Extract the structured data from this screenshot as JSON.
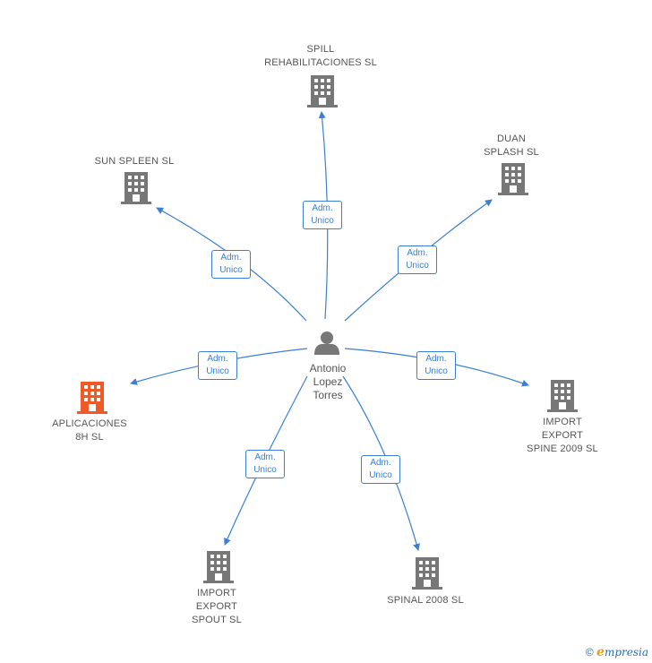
{
  "center": {
    "name_lines": [
      "Antonio",
      "Lopez",
      "Torres"
    ],
    "icon": "person-icon"
  },
  "edge_label": [
    "Adm.",
    "Unico"
  ],
  "nodes": [
    {
      "id": "spill",
      "lines": [
        "SPILL",
        "REHABILITACIONES SL"
      ],
      "icon": "building-icon",
      "color": "#777777"
    },
    {
      "id": "sun-spleen",
      "lines": [
        "SUN SPLEEN SL"
      ],
      "icon": "building-icon",
      "color": "#777777"
    },
    {
      "id": "duan",
      "lines": [
        "DUAN",
        "SPLASH SL"
      ],
      "icon": "building-icon",
      "color": "#777777"
    },
    {
      "id": "aplicaciones",
      "lines": [
        "APLICACIONES",
        "8H SL"
      ],
      "icon": "building-icon",
      "color": "#f05a28"
    },
    {
      "id": "import-spine",
      "lines": [
        "IMPORT",
        "EXPORT",
        "SPINE 2009 SL"
      ],
      "icon": "building-icon",
      "color": "#777777"
    },
    {
      "id": "import-spout",
      "lines": [
        "IMPORT",
        "EXPORT",
        "SPOUT SL"
      ],
      "icon": "building-icon",
      "color": "#777777"
    },
    {
      "id": "spinal",
      "lines": [
        "SPINAL 2008 SL"
      ],
      "icon": "building-icon",
      "color": "#777777"
    }
  ],
  "colors": {
    "edge": "#3a7fd5",
    "text": "#555555",
    "highlight": "#f05a28",
    "building": "#777777"
  },
  "footer": {
    "copyright": "©",
    "brand_first": "e",
    "brand_rest": "mpresia"
  }
}
